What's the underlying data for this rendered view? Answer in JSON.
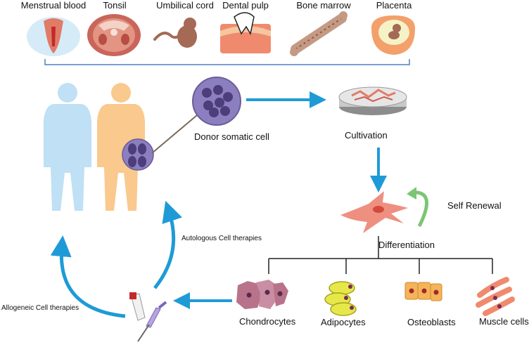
{
  "sources": [
    {
      "label": "Menstrual blood",
      "icon": "uterus-icon"
    },
    {
      "label": "Tonsil",
      "icon": "tonsil-icon"
    },
    {
      "label": "Umbilical cord",
      "icon": "umbilical-cord-icon"
    },
    {
      "label": "Dental pulp",
      "icon": "tooth-icon"
    },
    {
      "label": "Bone marrow",
      "icon": "bone-icon"
    },
    {
      "label": "Placenta",
      "icon": "placenta-icon"
    }
  ],
  "steps": {
    "donor": "Donor somatic cell",
    "cultivation": "Cultivation",
    "self_renewal": "Self Renewal",
    "differentiation": "Differentiation"
  },
  "cell_types": [
    {
      "label": "Chondrocytes",
      "icon": "chondrocyte-cells-icon"
    },
    {
      "label": "Adipocytes",
      "icon": "adipocyte-cells-icon"
    },
    {
      "label": "Osteoblasts",
      "icon": "osteoblast-cells-icon"
    },
    {
      "label": "Muscle cells",
      "icon": "muscle-cells-icon"
    }
  ],
  "therapies": {
    "autologous": "Autologous Cell therapies",
    "allogeneic": "Allogeneic Cell therapies"
  },
  "colors": {
    "arrow_blue": "#1e9bd7",
    "bracket_blue": "#4a80c4",
    "self_renewal_green": "#7cc576",
    "body_blue": "#bfe0f5",
    "body_orange": "#f9c98d",
    "cell_purple": "#7d6aa8"
  }
}
